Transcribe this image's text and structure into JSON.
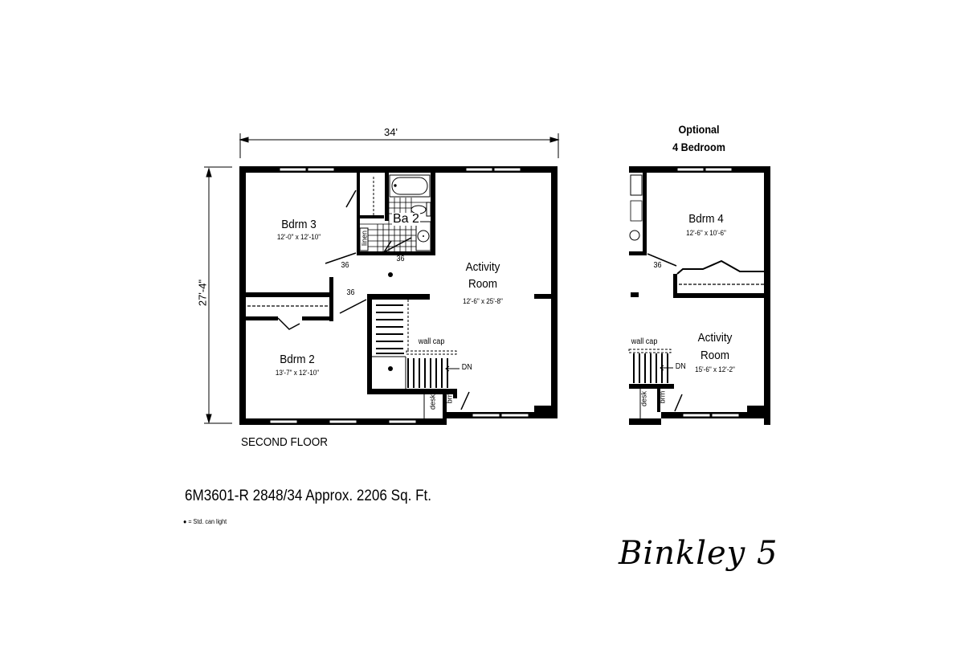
{
  "plan": {
    "floor_label": "SECOND FLOOR",
    "model_info": "6M3601-R 2848/34  Approx. 2206 Sq. Ft.",
    "legend": "● = Std. can light",
    "brand_name": "Binkley 5",
    "dimensions": {
      "width": "34'",
      "depth": "27'-4\""
    }
  },
  "main_floor": {
    "rooms": [
      {
        "name": "Bdrm 3",
        "size": "12'-0\" x 12'-10\""
      },
      {
        "name": "Ba 2",
        "size": ""
      },
      {
        "name": "Activity Room",
        "name_line1": "Activity",
        "name_line2": "Room",
        "size": "12'-6\" x 25'-8\""
      },
      {
        "name": "Bdrm 2",
        "size": "13'-7\" x 12'-10\""
      }
    ],
    "labels": {
      "linen": "linen",
      "door_36_a": "36",
      "door_36_b": "36",
      "door_36_c": "36",
      "wall_cap": "wall cap",
      "stairs_dn": "DN",
      "desk": "desk",
      "broom": "brm"
    }
  },
  "optional_plan": {
    "title_line1": "Optional",
    "title_line2": "4 Bedroom",
    "rooms": [
      {
        "name": "Bdrm 4",
        "size": "12'-6\" x 10'-6\""
      },
      {
        "name": "Activity Room",
        "name_line1": "Activity",
        "name_line2": "Room",
        "size": "15'-6\" x 12'-2\""
      }
    ],
    "labels": {
      "door_36": "36",
      "wall_cap": "wall cap",
      "stairs_dn": "DN",
      "desk": "desk",
      "broom": "brm"
    }
  },
  "colors": {
    "wall": "#000000",
    "background": "#ffffff"
  }
}
